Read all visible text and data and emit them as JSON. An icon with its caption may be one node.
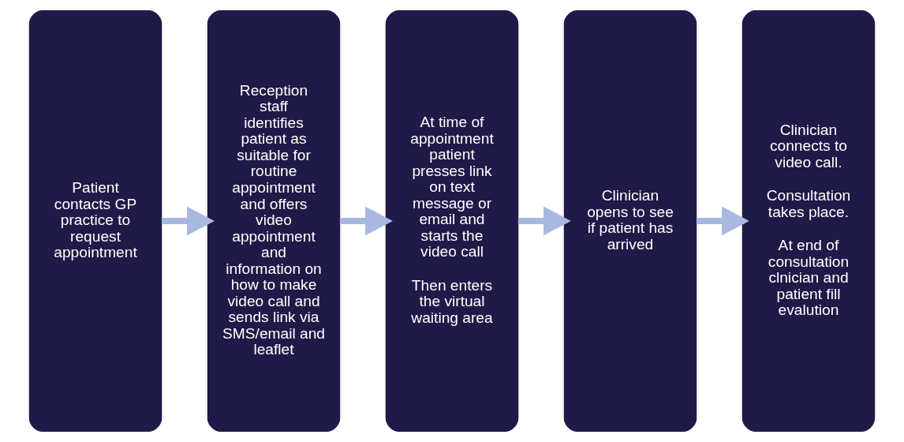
{
  "diagram": {
    "nodes": [
      {
        "text": [
          "Patient contacts GP practice to request appointment"
        ]
      },
      {
        "text": [
          "Reception staff identifies patient as suitable for routine appointment and offers video appointment and information on how to make video call and sends link via SMS/email and leaflet"
        ]
      },
      {
        "text": [
          "At time of appointment patient presses link on text message or email and starts the video call",
          "Then enters the virtual waiting area"
        ]
      },
      {
        "text": [
          "Clinician opens to see if patient has arrived"
        ]
      },
      {
        "text": [
          "Clinician connects to video call.",
          "Consultation takes place.",
          "At end of consultation clnician and patient fill evalution"
        ]
      }
    ],
    "edges": [
      {
        "from": 0,
        "to": 1,
        "arrow": "to"
      },
      {
        "from": 1,
        "to": 2,
        "arrow": "to"
      },
      {
        "from": 2,
        "to": 3,
        "arrow": "to"
      },
      {
        "from": 3,
        "to": 4,
        "arrow": "to"
      }
    ]
  }
}
